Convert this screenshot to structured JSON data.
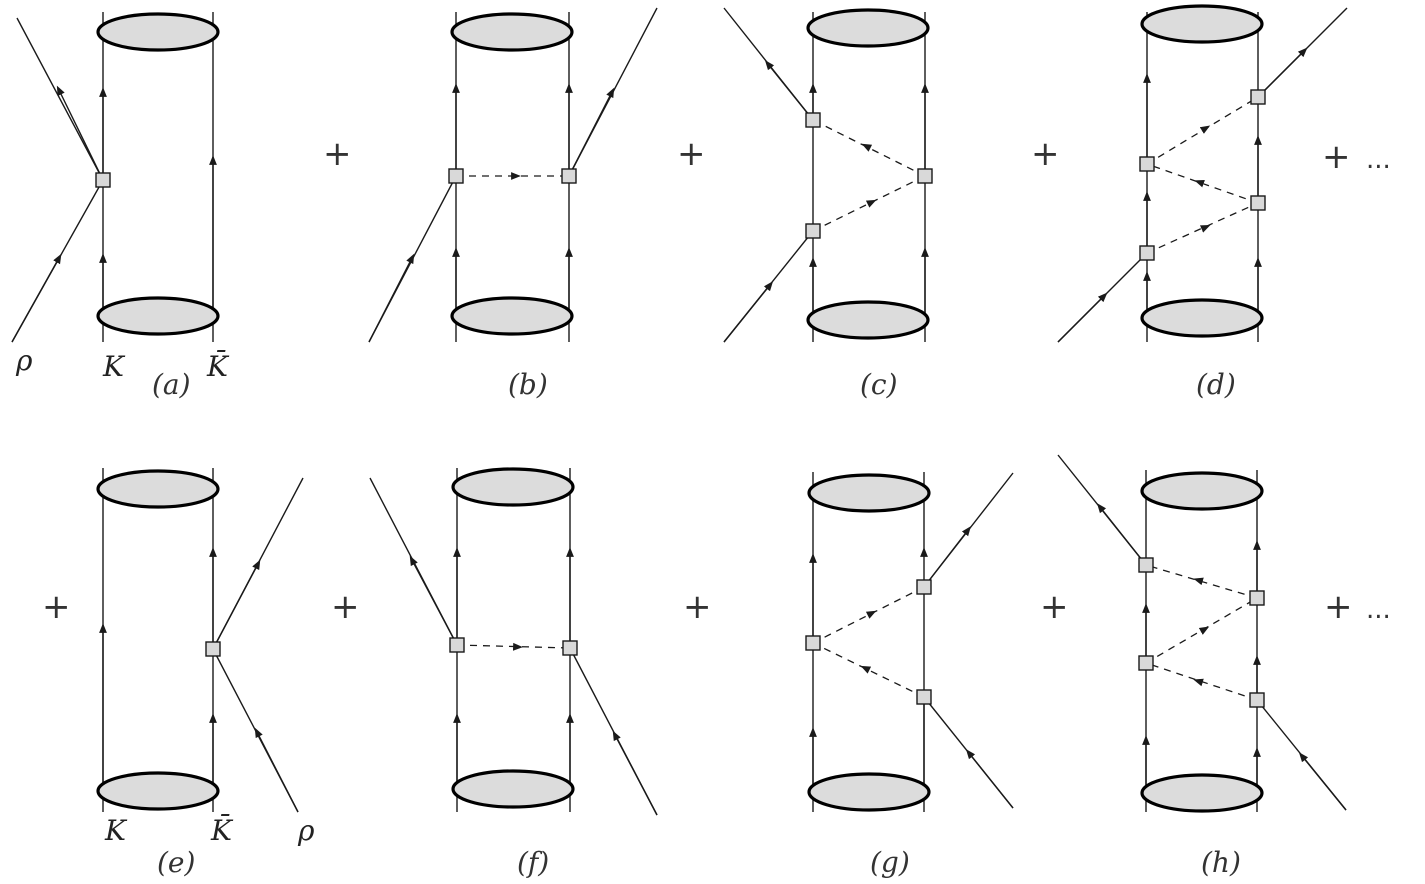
{
  "diagrams": [
    {
      "id": "a",
      "caption": "(a)"
    },
    {
      "id": "b",
      "caption": "(b)"
    },
    {
      "id": "c",
      "caption": "(c)"
    },
    {
      "id": "d",
      "caption": "(d)"
    },
    {
      "id": "e",
      "caption": "(e)"
    },
    {
      "id": "f",
      "caption": "(f)"
    },
    {
      "id": "g",
      "caption": "(g)"
    },
    {
      "id": "h",
      "caption": "(h)"
    }
  ],
  "labels": {
    "rho": "ρ",
    "k": "K",
    "kbar": "K̄"
  },
  "operators": {
    "plus": "+",
    "ellipsis": "..."
  },
  "colors": {
    "line": "#1a1a1a",
    "blob_fill": "#dcdcdc",
    "vertex_fill": "#d9d9d9"
  }
}
